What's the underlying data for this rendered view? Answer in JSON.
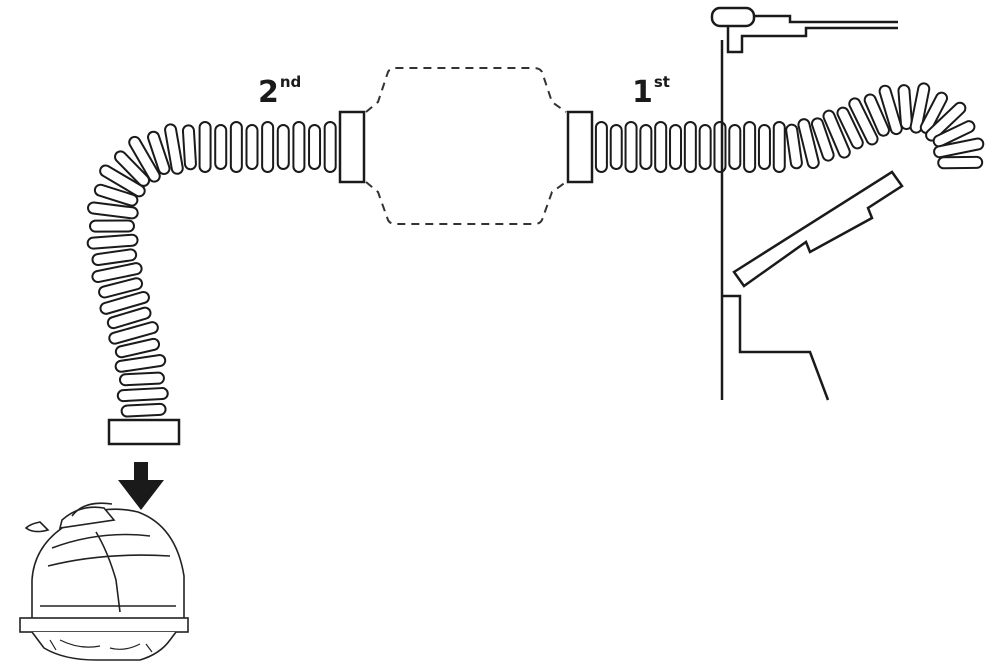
{
  "labels": {
    "second": {
      "number": "2",
      "suffix": "nd"
    },
    "first": {
      "number": "1",
      "suffix": "st"
    }
  },
  "colors": {
    "stroke": "#1a1a1a",
    "fill": "#ffffff",
    "dashed": "#333333"
  },
  "icons": {
    "arrow": "arrow-down-icon",
    "hose": "corrugated-hose-icon",
    "robot": "pool-robot-icon"
  }
}
